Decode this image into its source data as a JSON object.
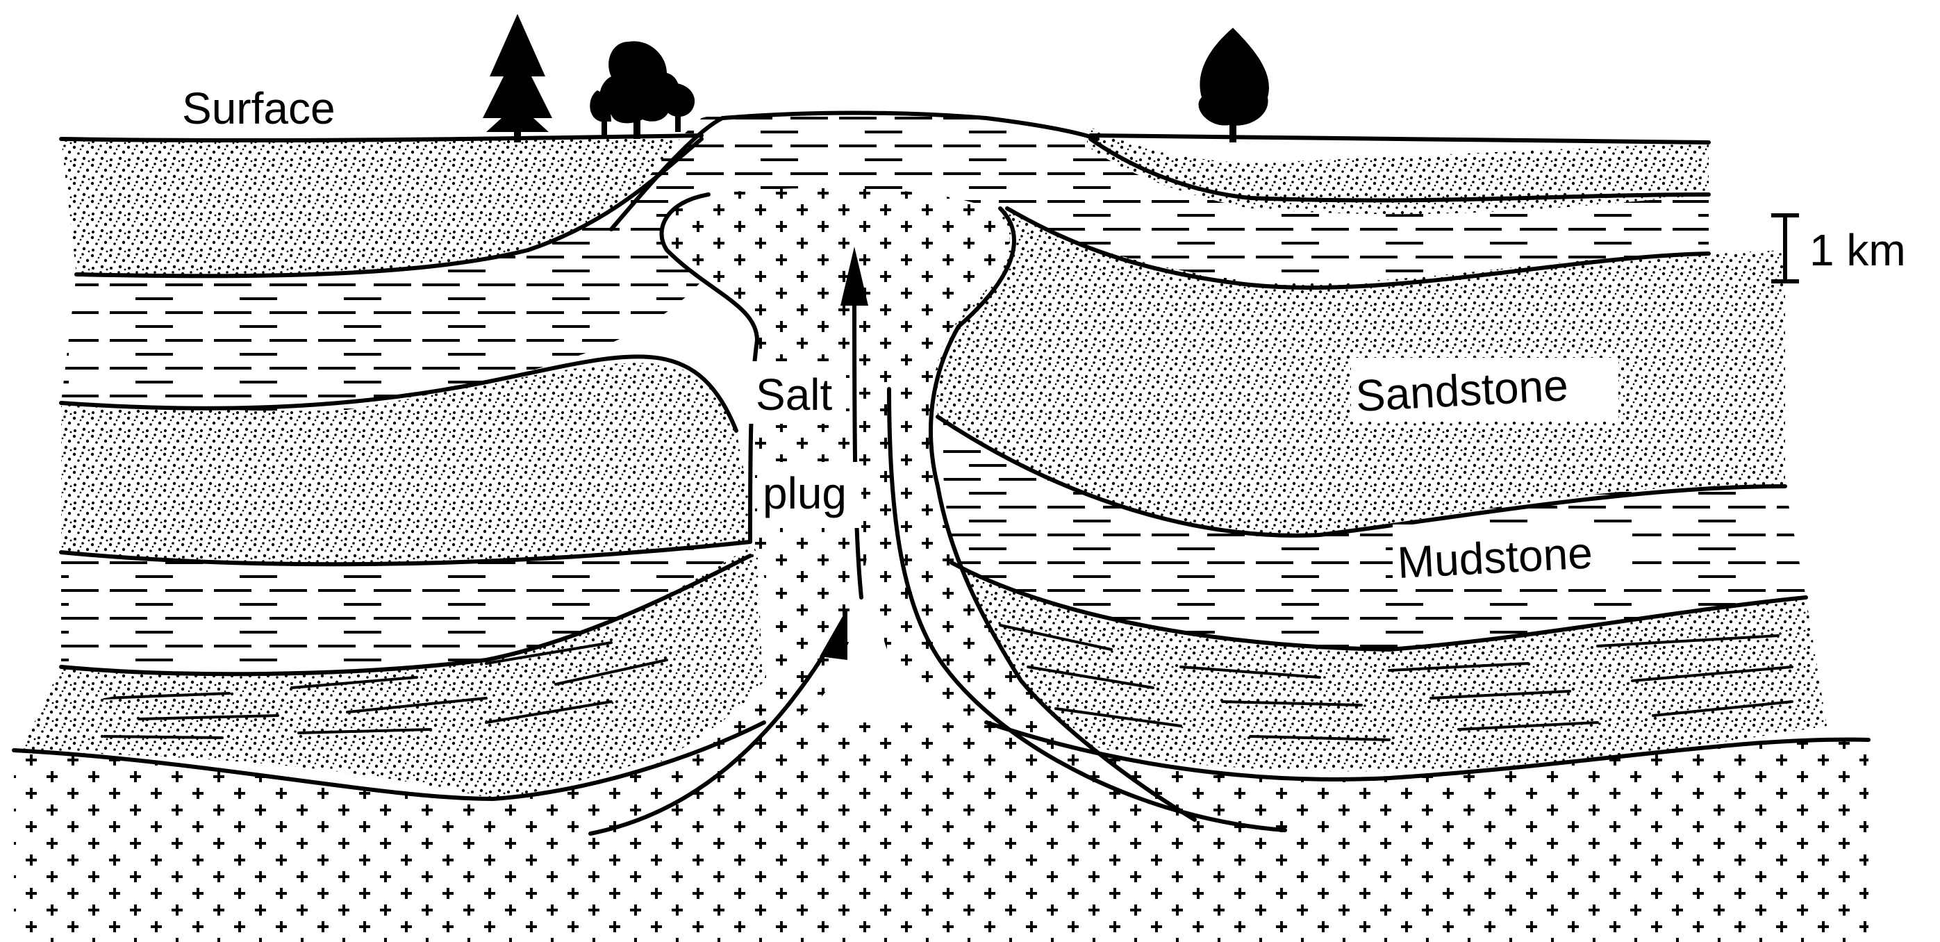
{
  "labels": {
    "surface": "Surface",
    "scale": "1 km",
    "sandstone": "Sandstone",
    "mudstone": "Mudstone",
    "salt": "Salt",
    "plug": "plug"
  },
  "colors": {
    "ink": "#000000",
    "paper": "#ffffff"
  },
  "icons": [
    "tree-icon",
    "arrow-up-icon",
    "scale-bar-icon"
  ]
}
